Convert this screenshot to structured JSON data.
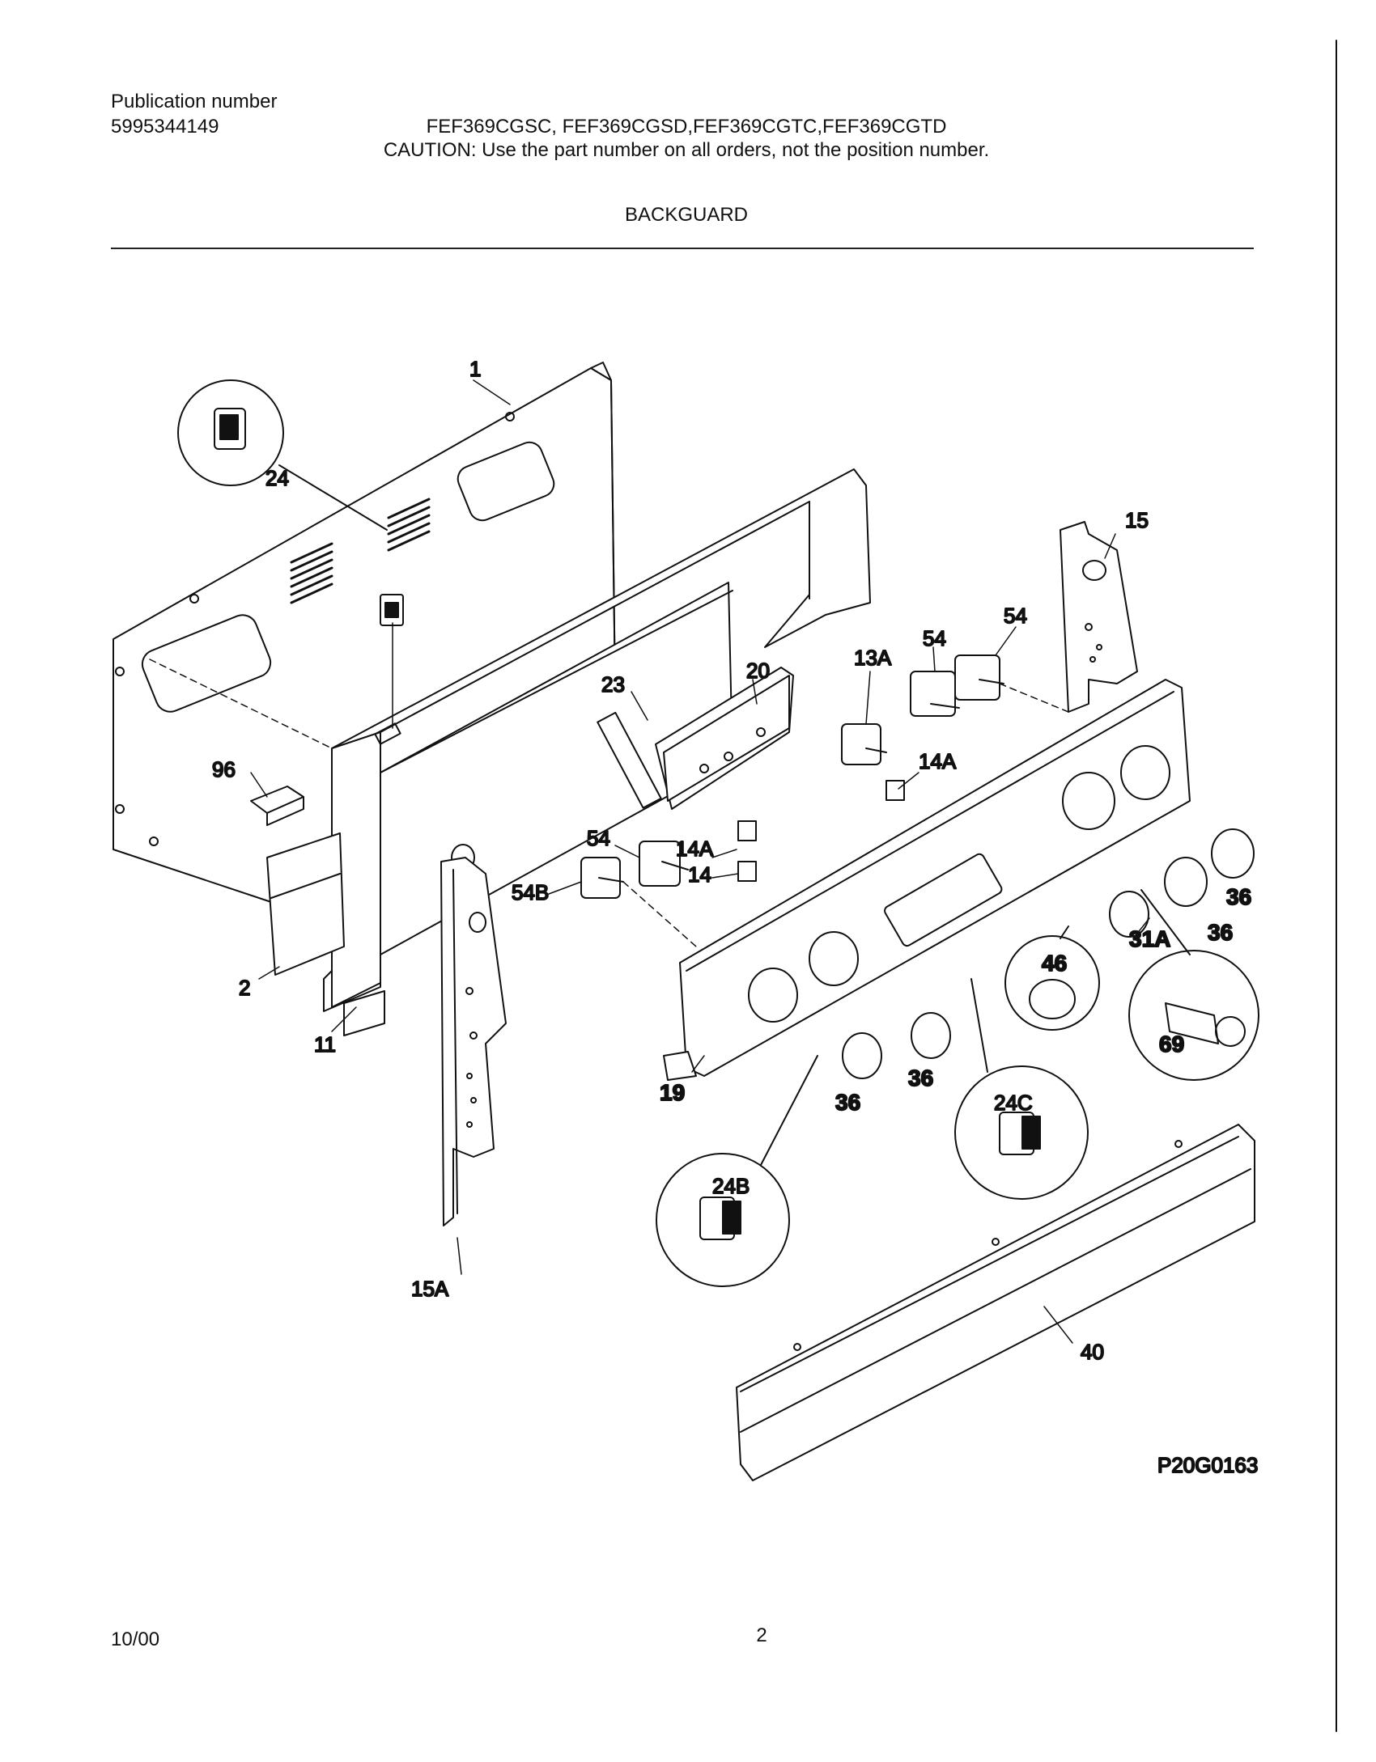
{
  "header": {
    "publication_label": "Publication number",
    "publication_number": "5995344149",
    "models": "FEF369CGSC, FEF369CGSD,FEF369CGTC,FEF369CGTD",
    "caution": "CAUTION:  Use the part number on all orders, not the position number.",
    "section_title": "BACKGUARD"
  },
  "diagram": {
    "part_labels": {
      "p1": "1",
      "p2": "2",
      "p11": "11",
      "p13A": "13A",
      "p14": "14",
      "p14A_a": "14A",
      "p14A_b": "14A",
      "p15": "15",
      "p15A": "15A",
      "p19": "19",
      "p20": "20",
      "p23": "23",
      "p24": "24",
      "p24B": "24B",
      "p24C": "24C",
      "p31A": "31A",
      "p36_a": "36",
      "p36_b": "36",
      "p36_c": "36",
      "p36_d": "36",
      "p40": "40",
      "p46": "46",
      "p54_a": "54",
      "p54_b": "54",
      "p54_c": "54",
      "p54B": "54B",
      "p69": "69",
      "p96": "96"
    },
    "figure_code": "P20G0163"
  },
  "footer": {
    "date": "10/00",
    "page_number": "2"
  }
}
